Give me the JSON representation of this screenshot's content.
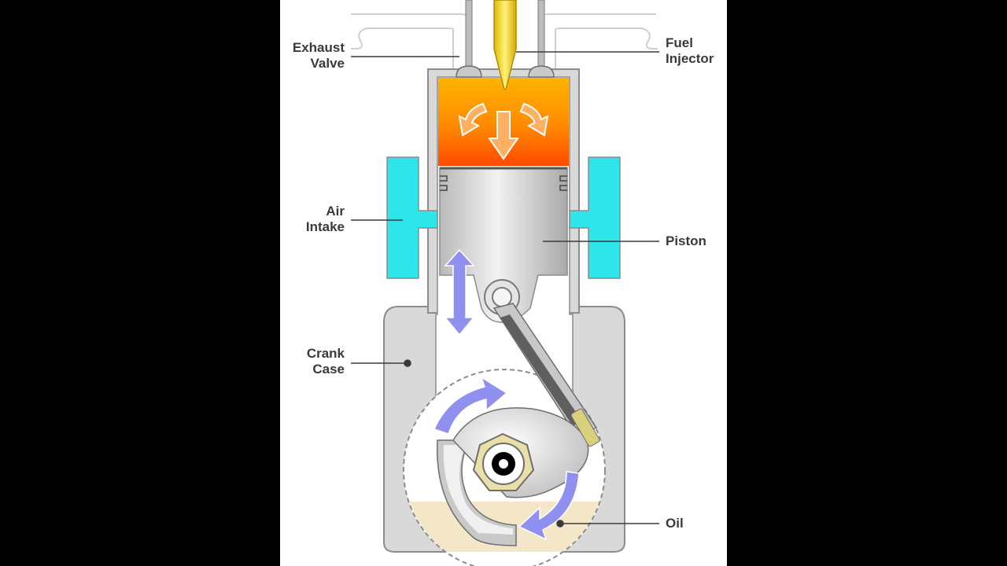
{
  "labels": {
    "exhaust_valve": [
      "Exhaust",
      "Valve"
    ],
    "fuel_injector": [
      "Fuel",
      "Injector"
    ],
    "air_intake": [
      "Air",
      "Intake"
    ],
    "piston": "Piston",
    "crank_case": [
      "Crank",
      "Case"
    ],
    "oil": "Oil"
  },
  "colors": {
    "background_outside": "#000000",
    "stage": "#ffffff",
    "engine_body": "#d9d9d9",
    "outline": "#8c8c8c",
    "combustion_hot": "#ff6a00",
    "combustion_warm": "#ffb300",
    "air_intake": "#2ee6ea",
    "motion_arrow": "#8f90f0",
    "oil": "#f3e7c8",
    "label_text": "#3a3a3a"
  }
}
